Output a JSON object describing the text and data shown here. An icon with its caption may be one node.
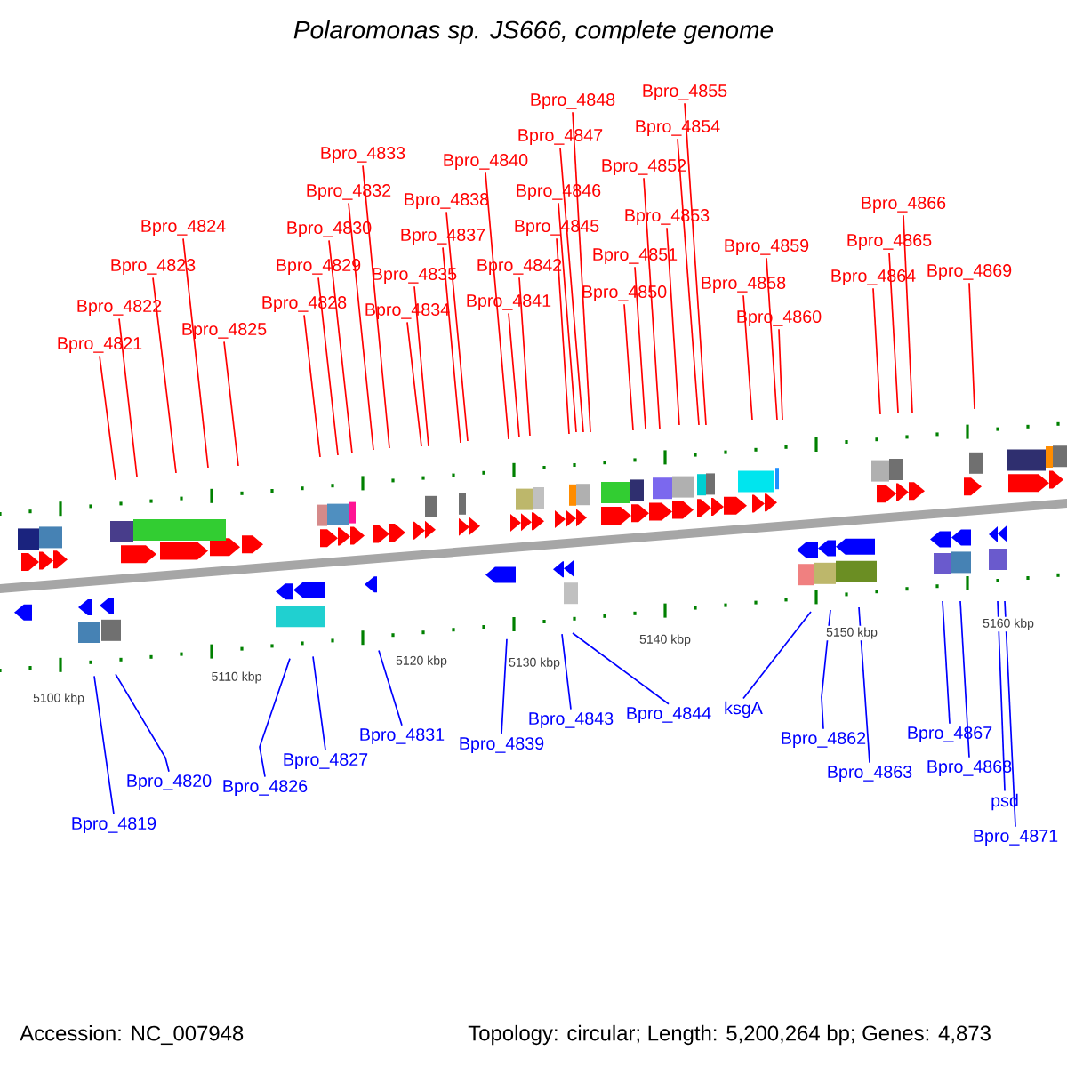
{
  "diagram": {
    "title": "Polaromonas sp. JS666, complete genome",
    "nodes": [
      {
        "text": [
          "Bpro_4821"
        ]
      },
      {
        "text": [
          "Bpro_4822"
        ]
      },
      {
        "text": [
          "Bpro_4823"
        ]
      },
      {
        "text": [
          "Bpro_4824"
        ]
      },
      {
        "text": [
          "Bpro_4825"
        ]
      },
      {
        "text": [
          "Bpro_4828"
        ]
      },
      {
        "text": [
          "Bpro_4829"
        ]
      },
      {
        "text": [
          "Bpro_4830"
        ]
      },
      {
        "text": [
          "Bpro_4832"
        ]
      },
      {
        "text": [
          "Bpro_4833"
        ]
      },
      {
        "text": [
          "Bpro_4834"
        ]
      },
      {
        "text": [
          "Bpro_4835"
        ]
      },
      {
        "text": [
          "Bpro_4837"
        ]
      },
      {
        "text": [
          "Bpro_4838"
        ]
      },
      {
        "text": [
          "Bpro_4840"
        ]
      },
      {
        "text": [
          "Bpro_4841"
        ]
      },
      {
        "text": [
          "Bpro_4842"
        ]
      },
      {
        "text": [
          "Bpro_4845"
        ]
      },
      {
        "text": [
          "Bpro_4846"
        ]
      },
      {
        "text": [
          "Bpro_4847"
        ]
      },
      {
        "text": [
          "Bpro_4848"
        ]
      },
      {
        "text": [
          "Bpro_4850"
        ]
      },
      {
        "text": [
          "Bpro_4851"
        ]
      },
      {
        "text": [
          "Bpro_4852"
        ]
      },
      {
        "text": [
          "Bpro_4853"
        ]
      },
      {
        "text": [
          "Bpro_4854"
        ]
      },
      {
        "text": [
          "Bpro_4855"
        ]
      },
      {
        "text": [
          "Bpro_4858"
        ]
      },
      {
        "text": [
          "Bpro_4859"
        ]
      },
      {
        "text": [
          "Bpro_4860"
        ]
      },
      {
        "text": [
          "Bpro_4864"
        ]
      },
      {
        "text": [
          "Bpro_4865"
        ]
      },
      {
        "text": [
          "Bpro_4866"
        ]
      },
      {
        "text": [
          "Bpro_4869"
        ]
      },
      {
        "text": [
          "Bpro_4819"
        ]
      },
      {
        "text": [
          "Bpro_4820"
        ]
      },
      {
        "text": [
          "Bpro_4826"
        ]
      },
      {
        "text": [
          "Bpro_4827"
        ]
      },
      {
        "text": [
          "Bpro_4831"
        ]
      },
      {
        "text": [
          "Bpro_4839"
        ]
      },
      {
        "text": [
          "Bpro_4843"
        ]
      },
      {
        "text": [
          "Bpro_4844"
        ]
      },
      {
        "text": [
          "ksgA"
        ]
      },
      {
        "text": [
          "Bpro_4862"
        ]
      },
      {
        "text": [
          "Bpro_4863"
        ]
      },
      {
        "text": [
          "Bpro_4867"
        ]
      },
      {
        "text": [
          "Bpro_4868"
        ]
      },
      {
        "text": [
          "psd"
        ]
      },
      {
        "text": [
          "Bpro_4871"
        ]
      }
    ],
    "edges": [
      {
        "from": 0,
        "to": null,
        "arrow": "none"
      },
      {
        "from": 1,
        "to": null,
        "arrow": "none"
      },
      {
        "from": 2,
        "to": null,
        "arrow": "none"
      },
      {
        "from": 3,
        "to": null,
        "arrow": "none"
      },
      {
        "from": 4,
        "to": null,
        "arrow": "none"
      },
      {
        "from": 5,
        "to": null,
        "arrow": "none"
      },
      {
        "from": 6,
        "to": null,
        "arrow": "none"
      },
      {
        "from": 7,
        "to": null,
        "arrow": "none"
      },
      {
        "from": 8,
        "to": null,
        "arrow": "none"
      },
      {
        "from": 9,
        "to": null,
        "arrow": "none"
      },
      {
        "from": 10,
        "to": null,
        "arrow": "none"
      },
      {
        "from": 11,
        "to": null,
        "arrow": "none"
      },
      {
        "from": 12,
        "to": null,
        "arrow": "none"
      },
      {
        "from": 13,
        "to": null,
        "arrow": "none"
      },
      {
        "from": 14,
        "to": null,
        "arrow": "none"
      },
      {
        "from": 15,
        "to": null,
        "arrow": "none"
      },
      {
        "from": 16,
        "to": null,
        "arrow": "none"
      },
      {
        "from": 17,
        "to": null,
        "arrow": "none"
      },
      {
        "from": 18,
        "to": null,
        "arrow": "none"
      },
      {
        "from": 19,
        "to": null,
        "arrow": "none"
      },
      {
        "from": 20,
        "to": null,
        "arrow": "none"
      },
      {
        "from": 21,
        "to": null,
        "arrow": "none"
      },
      {
        "from": 22,
        "to": null,
        "arrow": "none"
      },
      {
        "from": 23,
        "to": null,
        "arrow": "none"
      },
      {
        "from": 24,
        "to": null,
        "arrow": "none"
      },
      {
        "from": 25,
        "to": null,
        "arrow": "none"
      },
      {
        "from": 26,
        "to": null,
        "arrow": "none"
      },
      {
        "from": 27,
        "to": null,
        "arrow": "none"
      },
      {
        "from": 28,
        "to": null,
        "arrow": "none"
      },
      {
        "from": 29,
        "to": null,
        "arrow": "none"
      },
      {
        "from": 30,
        "to": null,
        "arrow": "none"
      },
      {
        "from": 31,
        "to": null,
        "arrow": "none"
      },
      {
        "from": 32,
        "to": null,
        "arrow": "none"
      },
      {
        "from": 33,
        "to": null,
        "arrow": "none"
      },
      {
        "from": 34,
        "to": null,
        "arrow": "none",
        "color": "#0000ff"
      },
      {
        "from": 35,
        "to": null,
        "arrow": "none",
        "color": "#0000ff"
      },
      {
        "from": 36,
        "to": null,
        "arrow": "none",
        "color": "#0000ff"
      },
      {
        "from": 37,
        "to": null,
        "arrow": "none",
        "color": "#0000ff"
      },
      {
        "from": 38,
        "to": null,
        "arrow": "none",
        "color": "#0000ff"
      },
      {
        "from": 39,
        "to": null,
        "arrow": "none",
        "color": "#0000ff"
      },
      {
        "from": 40,
        "to": null,
        "arrow": "none",
        "color": "#0000ff"
      },
      {
        "from": 41,
        "to": null,
        "arrow": "none",
        "color": "#0000ff"
      },
      {
        "from": 42,
        "to": null,
        "arrow": "none",
        "color": "#0000ff"
      },
      {
        "from": 43,
        "to": null,
        "arrow": "none",
        "color": "#0000ff"
      },
      {
        "from": 44,
        "to": null,
        "arrow": "none",
        "color": "#0000ff"
      },
      {
        "from": 45,
        "to": null,
        "arrow": "none",
        "color": "#0000ff"
      },
      {
        "from": 46,
        "to": null,
        "arrow": "none",
        "color": "#0000ff"
      },
      {
        "from": 47,
        "to": null,
        "arrow": "none",
        "color": "#0000ff"
      },
      {
        "from": 48,
        "to": null,
        "arrow": "none",
        "color": "#0000ff"
      }
    ],
    "labels": [
      "5100 kbp",
      "5110 kbp",
      "5120 kbp",
      "5130 kbp",
      "5140 kbp",
      "5150 kbp",
      "5160 kbp",
      "Accession: NC_007948",
      "Topology: circular; Length: 5,200,264 bp; Genes: 4,873"
    ]
  }
}
